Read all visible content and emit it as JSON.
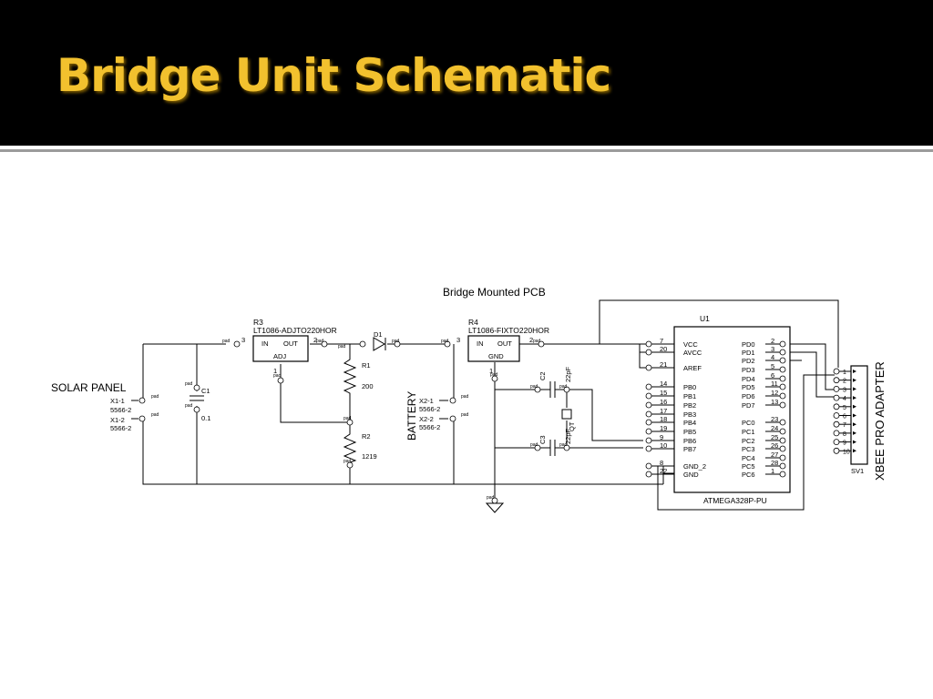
{
  "slide": {
    "title": "Bridge Unit Schematic",
    "accent_color": "#f2c12e",
    "header_color": "#000000"
  },
  "schematic": {
    "pcb_label": "Bridge Mounted PCB",
    "solar_panel": {
      "label": "SOLAR PANEL",
      "pins": [
        "X1-1",
        "5566-2",
        "X1-2",
        "5566-2"
      ]
    },
    "c1": {
      "name": "C1",
      "value": "0.1"
    },
    "r3": {
      "name": "R3",
      "part": "LT1086-ADJTO220HOR",
      "in": "IN",
      "out": "OUT",
      "adj": "ADJ",
      "pin_in": "3",
      "pin_out": "2",
      "pin_adj": "1"
    },
    "r1": {
      "name": "R1",
      "value": "200"
    },
    "r2": {
      "name": "R2",
      "value": "1219"
    },
    "d1": {
      "name": "D1"
    },
    "battery": {
      "label": "BATTERY",
      "pins": [
        "X2-1",
        "5566-2",
        "X2-2",
        "5566-2"
      ]
    },
    "r4": {
      "name": "R4",
      "part": "LT1086-FIXTO220HOR",
      "in": "IN",
      "out": "OUT",
      "gnd": "GND",
      "pin_in": "3",
      "pin_out": "2",
      "pin_gnd": "1"
    },
    "c2": {
      "name": "C2",
      "value": "22pF"
    },
    "c3": {
      "name": "C3",
      "value": "22pF"
    },
    "qt": {
      "name": "QT"
    },
    "u1": {
      "name": "U1",
      "part": "ATMEGA328P-PU",
      "left_pins": [
        {
          "name": "VCC",
          "num": "7"
        },
        {
          "name": "AVCC",
          "num": "20"
        },
        {
          "name": "AREF",
          "num": "21"
        },
        {
          "name": "PB0",
          "num": "14"
        },
        {
          "name": "PB1",
          "num": "15"
        },
        {
          "name": "PB2",
          "num": "16"
        },
        {
          "name": "PB3",
          "num": "17"
        },
        {
          "name": "PB4",
          "num": "18"
        },
        {
          "name": "PB5",
          "num": "19"
        },
        {
          "name": "PB6",
          "num": "9"
        },
        {
          "name": "PB7",
          "num": "10"
        },
        {
          "name": "GND_2",
          "num": "8"
        },
        {
          "name": "GND",
          "num": "22"
        }
      ],
      "right_pins": [
        {
          "name": "PD0",
          "num": "2"
        },
        {
          "name": "PD1",
          "num": "3"
        },
        {
          "name": "PD2",
          "num": "4"
        },
        {
          "name": "PD3",
          "num": "5"
        },
        {
          "name": "PD4",
          "num": "6"
        },
        {
          "name": "PD5",
          "num": "11"
        },
        {
          "name": "PD6",
          "num": "12"
        },
        {
          "name": "PD7",
          "num": "13"
        },
        {
          "name": "PC0",
          "num": "23"
        },
        {
          "name": "PC1",
          "num": "24"
        },
        {
          "name": "PC2",
          "num": "25"
        },
        {
          "name": "PC3",
          "num": "26"
        },
        {
          "name": "PC4",
          "num": "27"
        },
        {
          "name": "PC5",
          "num": "28"
        },
        {
          "name": "PC6",
          "num": "1"
        }
      ]
    },
    "xbee": {
      "label": "XBEE PRO ADAPTER",
      "ref": "SV1",
      "pins": [
        "1",
        "2",
        "3",
        "4",
        "5",
        "6",
        "7",
        "8",
        "9",
        "10"
      ]
    },
    "pad_label": "pad"
  }
}
